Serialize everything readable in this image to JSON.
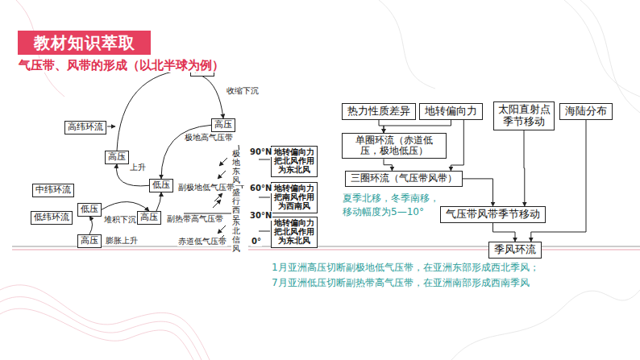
{
  "diagram": {
    "title": "教材知识萃取",
    "nodes": [
      {
        "text": [
          "低压"
        ]
      },
      {
        "text": [
          "高纬环流"
        ]
      },
      {
        "text": [
          "高压"
        ]
      },
      {
        "text": [
          "高压"
        ]
      },
      {
        "text": [
          "低压"
        ]
      },
      {
        "text": [
          "中纬环流"
        ]
      },
      {
        "text": [
          "低压"
        ]
      },
      {
        "text": [
          "高压"
        ]
      },
      {
        "text": [
          "低纬环流"
        ]
      },
      {
        "text": [
          "高压"
        ]
      },
      {
        "text": [
          "地转偏向力把北风作用为东北风"
        ]
      },
      {
        "text": [
          "地转偏向力把南风作用为西南风"
        ]
      },
      {
        "text": [
          "地转偏向力把北风作用为东北风"
        ]
      },
      {
        "text": [
          "热力性质差异"
        ]
      },
      {
        "text": [
          "地转偏向力"
        ]
      },
      {
        "text": [
          "太阳直射点季节移动"
        ]
      },
      {
        "text": [
          "海陆分布"
        ]
      },
      {
        "text": [
          "单圈环流（赤道低压，极地低压）"
        ]
      },
      {
        "text": [
          "三圈环流（气压带风带）"
        ]
      },
      {
        "text": [
          "气压带风带季节移动"
        ]
      },
      {
        "text": [
          "季风环流"
        ]
      }
    ],
    "edges": [
      {
        "from": 13,
        "to": 17,
        "arrow": "to"
      },
      {
        "from": 14,
        "to": 17,
        "arrow": "to"
      },
      {
        "from": 17,
        "to": 18,
        "arrow": "to"
      },
      {
        "from": 14,
        "to": 18,
        "arrow": "to"
      },
      {
        "from": 18,
        "to": 19,
        "arrow": "to"
      },
      {
        "from": 15,
        "to": 19,
        "arrow": "to"
      },
      {
        "from": 19,
        "to": 20,
        "arrow": "to"
      },
      {
        "from": 16,
        "to": 20,
        "arrow": "to"
      },
      {
        "from": 0,
        "to": 3,
        "arrow": "to"
      },
      {
        "from": 3,
        "to": 4,
        "arrow": "to"
      },
      {
        "from": 4,
        "to": 2,
        "arrow": "to"
      },
      {
        "from": 2,
        "to": 0,
        "arrow": "to"
      },
      {
        "from": 6,
        "to": 7,
        "arrow": "to"
      },
      {
        "from": 7,
        "to": 4,
        "arrow": "to"
      },
      {
        "from": 9,
        "to": 6,
        "arrow": "to"
      }
    ],
    "labels": [
      "气压带、风带的形成（以北半球为例）",
      "收缩下沉",
      "极地高气压带",
      "上升",
      "90°N",
      "极地东风",
      "副极地低气压带",
      "60°N",
      "盛行西风",
      "堆积下沉",
      "副热带高气压带",
      "30°N",
      "东北信风",
      "膨胀上升",
      "赤道低气压带",
      "0°",
      "夏季北移，冬季南移，移动幅度为5—10°",
      "1月亚洲高压切断副极地低气压带，在亚洲东部形成西北季风；",
      "7月亚洲低压切断副热带高气压带，在亚洲南部形成西南季风"
    ]
  }
}
